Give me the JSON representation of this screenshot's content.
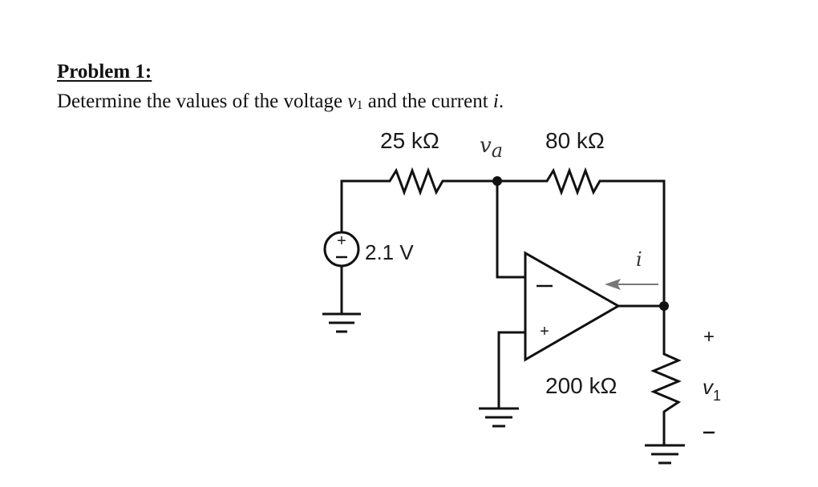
{
  "problem": {
    "title": "Problem 1:",
    "question_prefix": "Determine the values of the voltage ",
    "question_var": "v",
    "question_sub": "1",
    "question_mid": " and the current ",
    "question_current": "i",
    "question_end": "."
  },
  "circuit": {
    "resistors": [
      {
        "id": "r1",
        "label": "25 kΩ"
      },
      {
        "id": "r2",
        "label": "80 kΩ"
      },
      {
        "id": "r3",
        "label": "200 kΩ"
      }
    ],
    "source": {
      "label": "2.1 V",
      "plus": "+",
      "minus": "−"
    },
    "node_label": {
      "var": "v",
      "sub": "a"
    },
    "current_label": "i",
    "opamp": {
      "inverting": "−",
      "noninverting": "+"
    },
    "output_voltage": {
      "plus": "+",
      "var": "v",
      "sub": "1",
      "minus": "−"
    }
  }
}
